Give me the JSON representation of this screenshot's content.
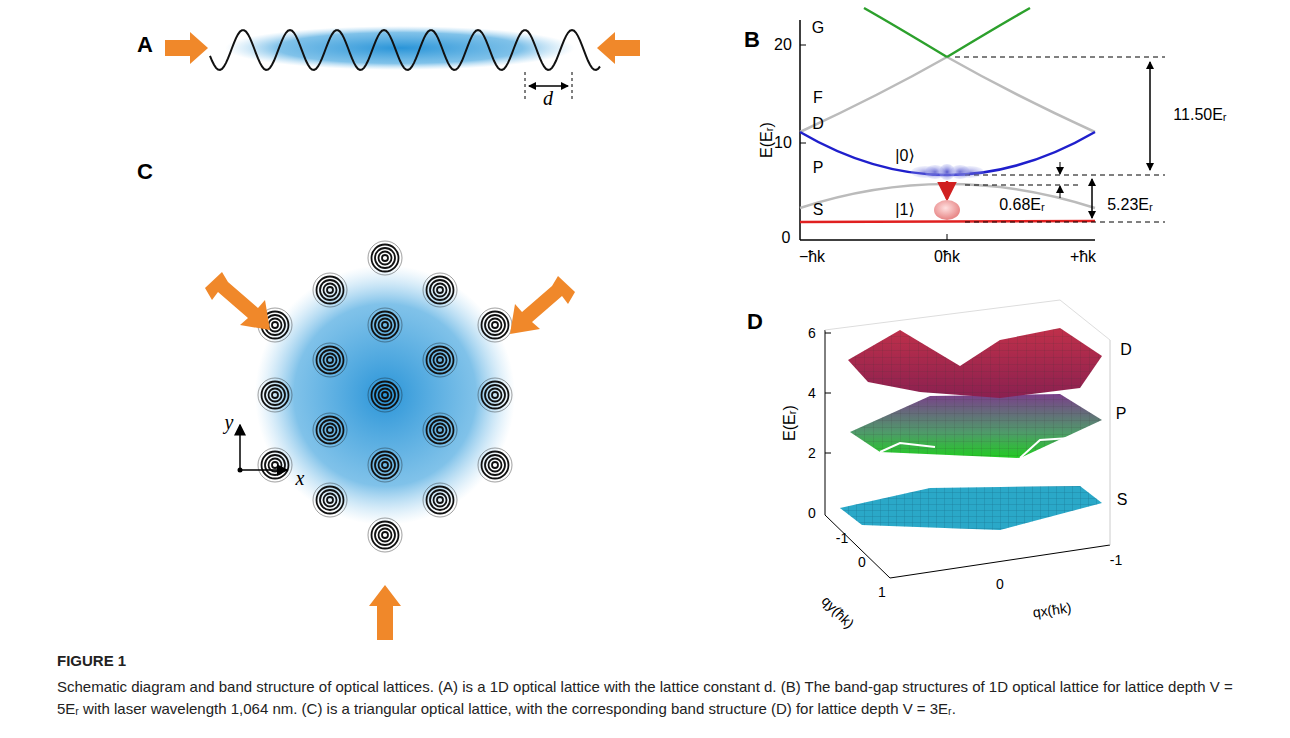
{
  "diagram": {
    "title": "FIGURE 1",
    "caption": "Schematic diagram and band structure of optical lattices. (A) is a 1D optical lattice with the lattice constant d. (B) The band-gap structures of 1D optical lattice for lattice depth V = 5Eᵣ with laser wavelength 1,064 nm. (C) is a triangular optical lattice, with the corresponding band structure (D) for lattice depth V = 3Eᵣ.",
    "labels": [
      "A",
      "B",
      "C",
      "D",
      "d",
      "20",
      "10",
      "0",
      "G",
      "F",
      "D",
      "P",
      "S",
      "|0⟩",
      "|1⟩",
      "11.50Eᵣ",
      "0.68Eᵣ",
      "5.23Eᵣ",
      "E(Eᵣ)",
      "−ħk",
      "0ħk",
      "+ħk",
      "y",
      "x",
      "6",
      "4",
      "2",
      "0",
      "E(Eᵣ)",
      "D",
      "P",
      "S",
      "-1",
      "0",
      "1",
      "qy(ħk)",
      "0",
      "-1",
      "qx(ħk)"
    ]
  }
}
